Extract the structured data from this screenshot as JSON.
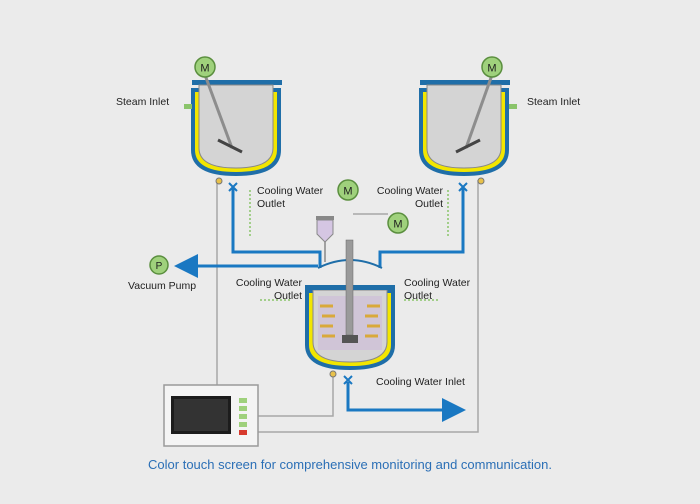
{
  "labels": {
    "steam_inlet_left": "Steam Inlet",
    "steam_inlet_right": "Steam Inlet",
    "cooling_outlet_top_left": [
      "Cooling Water",
      "Outlet"
    ],
    "cooling_outlet_top_right": [
      "Cooling Water",
      "Outlet"
    ],
    "cooling_outlet_mid_left": [
      "Cooling Water",
      "Outlet"
    ],
    "cooling_outlet_mid_right": [
      "Cooling Water",
      "Outlet"
    ],
    "cooling_inlet": "Cooling Water Inlet",
    "vacuum_pump": "Vacuum Pump",
    "pump_symbol": "P",
    "motor_symbol": "M"
  },
  "caption": "Color touch screen for comprehensive monitoring and communication.",
  "colors": {
    "background": "#ebebeb",
    "vessel_body": "#d4d4d4",
    "jacket_yellow": "#f2e600",
    "jacket_blue": "#1f6ea8",
    "water_line": "#1a78c2",
    "signal_line": "#a7a7a7",
    "motor_fill": "#9fd17c",
    "caption_text": "#2b6fb6"
  },
  "icons": [
    "motor-icon",
    "pump-icon",
    "valve-icon",
    "touch-screen-controller"
  ]
}
